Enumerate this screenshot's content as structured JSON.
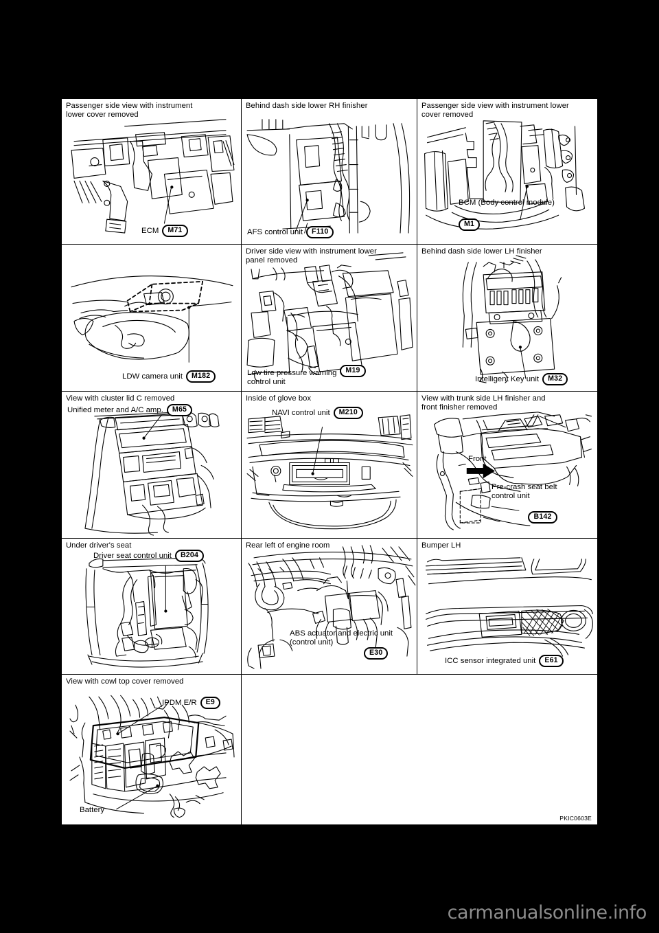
{
  "page": {
    "figure_code": "PKIC0603E",
    "watermark": "carmanualsonline.info"
  },
  "cells": [
    {
      "id": "ecm",
      "caption": "Passenger side view with instrument\nlower cover removed",
      "component": "ECM",
      "connector": "M71"
    },
    {
      "id": "afs",
      "caption": "Behind dash side lower RH finisher",
      "component": "AFS control unit",
      "connector": "F110"
    },
    {
      "id": "bcm",
      "caption": "Passenger side view with instrument lower\ncover removed",
      "component": "BCM (Body control module)",
      "connector": "M1"
    },
    {
      "id": "ldw",
      "caption": "",
      "component": "LDW camera unit",
      "connector": "M182"
    },
    {
      "id": "tpms",
      "caption": "Driver side view with instrument lower\npanel removed",
      "component": "Low tire pressure warning\ncontrol unit",
      "connector": "M19"
    },
    {
      "id": "ikey",
      "caption": "Behind dash side lower LH finisher",
      "component": "Intelligent Key unit",
      "connector": "M32"
    },
    {
      "id": "meter",
      "caption": "View with cluster lid C removed",
      "component": "Unified meter and A/C amp.",
      "connector": "M65"
    },
    {
      "id": "navi",
      "caption": "Inside of glove box",
      "component": "NAVI control unit",
      "connector": "M210"
    },
    {
      "id": "precrash",
      "caption": "View with trunk side LH finisher and\nfront finisher removed",
      "component": "Pre-crash seat belt\ncontrol unit",
      "connector": "B142",
      "extra_label": "Front"
    },
    {
      "id": "seat",
      "caption": "Under driver's seat",
      "component": "Driver seat control unit",
      "connector": "B204"
    },
    {
      "id": "abs",
      "caption": "Rear left of engine room",
      "component": "ABS actuator and electric unit\n(control unit)",
      "connector": "E30"
    },
    {
      "id": "icc",
      "caption": "Bumper LH",
      "component": "ICC sensor integrated unit",
      "connector": "E61"
    },
    {
      "id": "ipdm",
      "caption": "View with cowl top cover removed",
      "component": "IPDM E/R",
      "connector": "E9",
      "extra_label": "Battery"
    }
  ]
}
